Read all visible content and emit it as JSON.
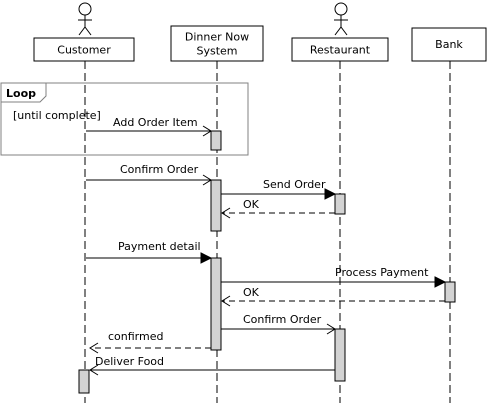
{
  "participants": [
    {
      "id": "customer",
      "label": "Customer",
      "actor": true
    },
    {
      "id": "system",
      "label_lines": [
        "Dinner Now",
        "System"
      ],
      "actor": false
    },
    {
      "id": "restaurant",
      "label": "Restaurant",
      "actor": true
    },
    {
      "id": "bank",
      "label": "Bank",
      "actor": false
    }
  ],
  "fragment": {
    "operator": "Loop",
    "guard": "[until complete]"
  },
  "messages": [
    {
      "from": "customer",
      "to": "system",
      "label": "Add Order Item",
      "kind": "sync"
    },
    {
      "from": "customer",
      "to": "system",
      "label": "Confirm Order",
      "kind": "sync"
    },
    {
      "from": "system",
      "to": "restaurant",
      "label": "Send Order",
      "kind": "sync"
    },
    {
      "from": "restaurant",
      "to": "system",
      "label": "OK",
      "kind": "return"
    },
    {
      "from": "customer",
      "to": "system",
      "label": "Payment detail",
      "kind": "sync"
    },
    {
      "from": "system",
      "to": "bank",
      "label": "Process Payment",
      "kind": "sync"
    },
    {
      "from": "bank",
      "to": "system",
      "label": "OK",
      "kind": "return"
    },
    {
      "from": "system",
      "to": "restaurant",
      "label": "Confirm Order",
      "kind": "sync"
    },
    {
      "from": "system",
      "to": "customer",
      "label": "confirmed",
      "kind": "return"
    },
    {
      "from": "restaurant",
      "to": "customer",
      "label": "Deliver Food",
      "kind": "sync"
    }
  ],
  "colors": {
    "line": "#000000",
    "activation_fill": "#d3d3d3",
    "box_fill": "#ffffff",
    "fragment_border": "#808080"
  }
}
